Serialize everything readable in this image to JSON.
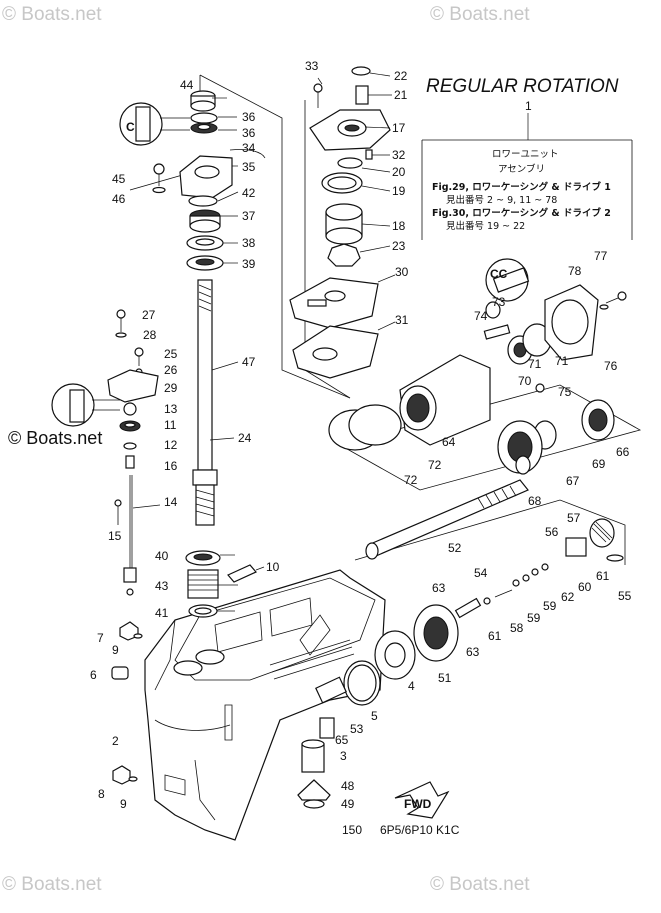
{
  "watermarks": [
    "© Boats.net",
    "© Boats.net",
    "© Boats.net",
    "© Boats.net",
    "© Boats.net"
  ],
  "title": "REGULAR ROTATION",
  "info_box": {
    "ref": "1",
    "line1": "ロワーユニット",
    "line2": "アセンブリ",
    "line3": "Fig.29, ロワーケーシング & ドライブ 1",
    "line4": "見出番号 2 ~ 9, 11 ~ 78",
    "line5": "Fig.30, ロワーケーシング & ドライブ 2",
    "line6": "見出番号 19 ~ 22"
  },
  "fwd_label": "FWD",
  "diagram_code": "6P5/6P10 K1C",
  "bottom_mark": "150",
  "part_numbers": [
    "2",
    "3",
    "4",
    "5",
    "6",
    "7",
    "8",
    "9",
    "9",
    "10",
    "11",
    "12",
    "13",
    "14",
    "15",
    "16",
    "17",
    "18",
    "19",
    "20",
    "21",
    "22",
    "23",
    "24",
    "25",
    "26",
    "27",
    "28",
    "29",
    "30",
    "31",
    "32",
    "33",
    "34",
    "35",
    "36",
    "36",
    "37",
    "38",
    "39",
    "40",
    "41",
    "42",
    "43",
    "44",
    "45",
    "46",
    "47",
    "48",
    "49",
    "51",
    "52",
    "53",
    "54",
    "55",
    "56",
    "57",
    "58",
    "59",
    "59",
    "60",
    "61",
    "61",
    "62",
    "63",
    "63",
    "64",
    "65",
    "66",
    "67",
    "68",
    "69",
    "70",
    "71",
    "71",
    "72",
    "72",
    "73",
    "74",
    "75",
    "76",
    "77",
    "78"
  ]
}
